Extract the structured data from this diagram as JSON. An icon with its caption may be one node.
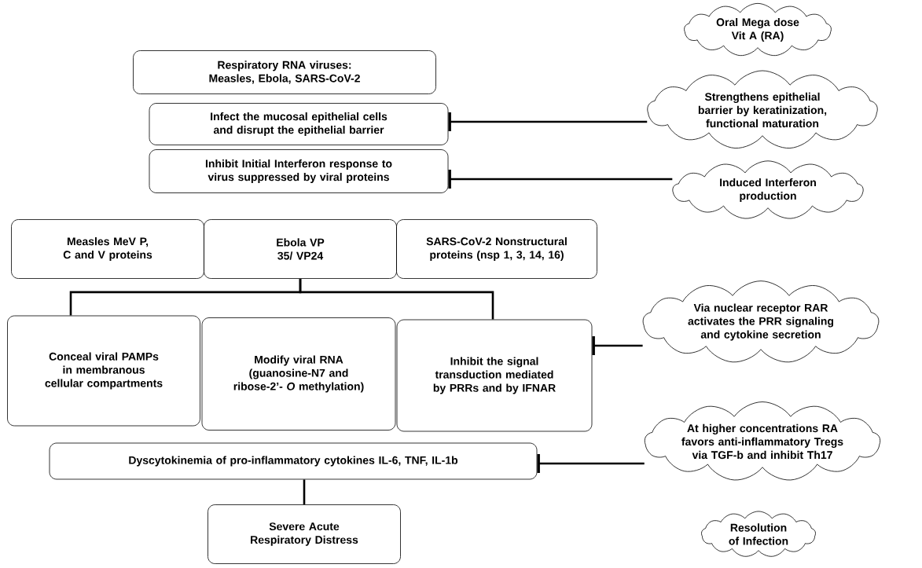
{
  "diagram": {
    "nodes": [
      {
        "text": [
          "Respiratory RNA viruses: Measles, Ebola, SARS-CoV-2"
        ]
      },
      {
        "text": [
          "Infect the mucosal epithelial cells and disrupt the epithelial barrier"
        ]
      },
      {
        "text": [
          "Inhibit Initial Interferon response to virus suppressed by viral proteins"
        ]
      },
      {
        "text": [
          "Measles MeV P, C and V proteins"
        ]
      },
      {
        "text": [
          "Ebola VP 35/ VP24"
        ]
      },
      {
        "text": [
          "SARS-CoV-2 Nonstructural proteins (nsp 1, 3, 14, 16)"
        ]
      },
      {
        "text": [
          "Conceal viral PAMPs in membranous cellular compartments"
        ]
      },
      {
        "text": [
          "Modify viral RNA (guanosine-N7 and ribose-2’- *O* methylation)"
        ]
      },
      {
        "text": [
          "Inhibit the signal transduction mediated by PRRs and by IFNAR"
        ]
      },
      {
        "text": [
          "Dyscytokinemia of pro-inflammatory cytokines IL-6, TNF, IL-1b"
        ]
      },
      {
        "text": [
          "Severe Acute Respiratory Distress"
        ]
      },
      {
        "text": [
          "Oral Mega dose Vit A (RA)"
        ]
      },
      {
        "text": [
          "Strengthens epithelial barrier by keratinization, functional maturation"
        ]
      },
      {
        "text": [
          "Induced Interferon production"
        ]
      },
      {
        "text": [
          "Via nuclear receptor RAR activates the PRR signaling and cytokine secretion"
        ]
      },
      {
        "text": [
          "At higher concentrations RA favors anti-inflammatory Tregs via TGF-b and inhibit Th17"
        ]
      },
      {
        "text": [
          "Resolution of Infection"
        ]
      }
    ],
    "edges": [
      {
        "from": 12,
        "to": 1,
        "arrow": "other"
      },
      {
        "from": 13,
        "to": 2,
        "arrow": "other"
      },
      {
        "from": 4,
        "to": 6,
        "arrow": "none"
      },
      {
        "from": 4,
        "to": 8,
        "arrow": "none"
      },
      {
        "from": 14,
        "to": 8,
        "arrow": "other"
      },
      {
        "from": 15,
        "to": 9,
        "arrow": "other"
      },
      {
        "from": 9,
        "to": 10,
        "arrow": "none"
      }
    ]
  }
}
